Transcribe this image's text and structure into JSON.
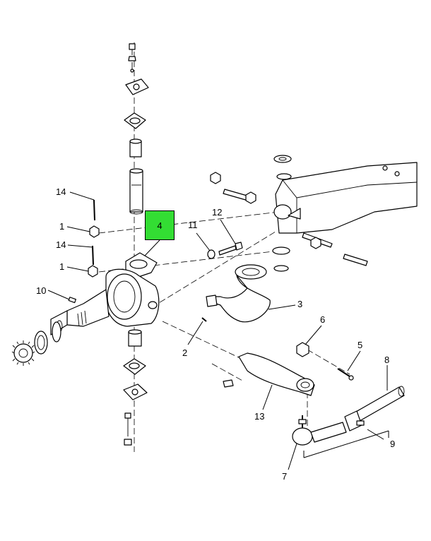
{
  "highlight_color": "#33dd33",
  "callouts": {
    "c1a": "1",
    "c1b": "1",
    "c2": "2",
    "c3": "3",
    "c4": "4",
    "c5": "5",
    "c6": "6",
    "c7": "7",
    "c8": "8",
    "c9": "9",
    "c10": "10",
    "c11": "11",
    "c12": "12",
    "c13": "13",
    "c14a": "14",
    "c14b": "14"
  }
}
